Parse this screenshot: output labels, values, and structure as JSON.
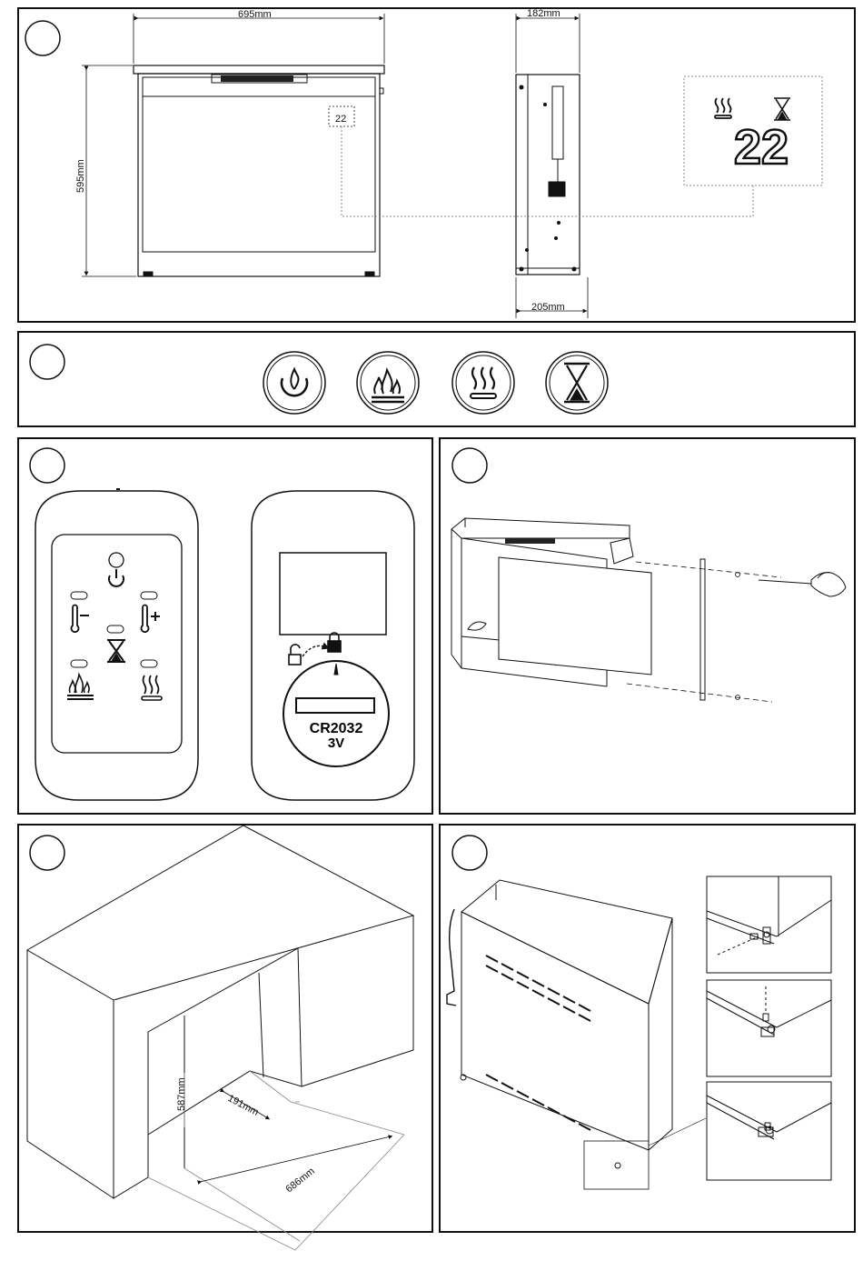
{
  "panel1": {
    "width_label": "695mm",
    "height_label": "595mm",
    "depth_top_label": "182mm",
    "depth_bottom_label": "205mm",
    "display_small": "22",
    "display_large": "22"
  },
  "panel3": {
    "battery_type": "CR2032",
    "battery_voltage": "3V"
  },
  "panel5": {
    "height_label": "587mm",
    "depth_label": "191mm",
    "width_label": "686mm"
  },
  "colors": {
    "stroke": "#111111",
    "background": "#ffffff",
    "light_stroke": "#555555"
  }
}
